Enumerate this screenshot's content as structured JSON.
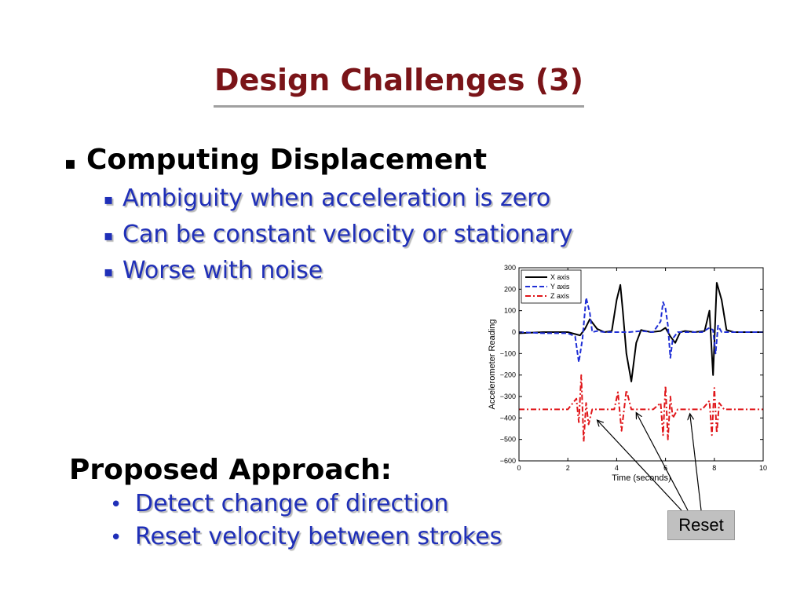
{
  "slide": {
    "title": "Design Challenges (3)",
    "bullet1": "Computing Displacement",
    "sub_bullets": [
      "Ambiguity when acceleration is zero",
      "Can be constant velocity or stationary",
      "Worse with noise"
    ],
    "approach_heading": "Proposed Approach:",
    "approach_bullets": [
      "Detect change of direction",
      "Reset velocity between strokes"
    ],
    "reset_label": "Reset"
  },
  "colors": {
    "title": "#7a1418",
    "bullet_text": "#1f2fb8",
    "x_axis": "#000000",
    "y_axis": "#1f2fd6",
    "z_axis": "#e0161a"
  },
  "chart_data": {
    "type": "line",
    "xlabel": "Time (seconds)",
    "ylabel": "Accelerometer Reading",
    "xlim": [
      0,
      10
    ],
    "ylim": [
      -600,
      300
    ],
    "xticks": [
      0,
      2,
      4,
      6,
      8,
      10
    ],
    "yticks": [
      300,
      200,
      100,
      0,
      -100,
      -200,
      -300,
      -400,
      -500,
      -600
    ],
    "legend_position": "top-left",
    "series": [
      {
        "name": "X axis",
        "style": "solid",
        "x": [
          0,
          1,
          2,
          2.5,
          2.7,
          2.9,
          3.2,
          3.5,
          3.8,
          4.0,
          4.15,
          4.25,
          4.4,
          4.6,
          4.8,
          5.0,
          5.4,
          5.8,
          6.0,
          6.2,
          6.4,
          6.6,
          6.8,
          7.2,
          7.6,
          7.8,
          7.95,
          8.1,
          8.3,
          8.5,
          8.8,
          9.2,
          10
        ],
        "values": [
          -5,
          0,
          0,
          -15,
          15,
          60,
          15,
          0,
          5,
          150,
          220,
          100,
          -100,
          -230,
          -50,
          10,
          0,
          5,
          20,
          -20,
          -50,
          0,
          5,
          0,
          5,
          100,
          -200,
          230,
          150,
          10,
          0,
          0,
          0
        ]
      },
      {
        "name": "Y axis",
        "style": "dashed",
        "x": [
          0,
          1,
          2,
          2.3,
          2.45,
          2.6,
          2.75,
          2.9,
          3.0,
          3.2,
          3.5,
          4.0,
          4.5,
          5.0,
          5.5,
          5.8,
          5.9,
          6.0,
          6.1,
          6.2,
          6.3,
          6.5,
          7.0,
          7.5,
          7.8,
          7.95,
          8.05,
          8.15,
          8.3,
          8.6,
          9.0,
          10
        ],
        "values": [
          0,
          -5,
          -5,
          -20,
          -140,
          -30,
          160,
          90,
          0,
          5,
          0,
          0,
          0,
          5,
          0,
          50,
          140,
          110,
          30,
          -120,
          -30,
          0,
          0,
          0,
          20,
          10,
          -100,
          30,
          0,
          0,
          0,
          0
        ]
      },
      {
        "name": "Z axis",
        "style": "dash-dot",
        "x": [
          0,
          1,
          2,
          2.35,
          2.45,
          2.55,
          2.65,
          2.75,
          2.85,
          3.0,
          3.5,
          3.9,
          4.05,
          4.2,
          4.4,
          4.6,
          5.0,
          5.5,
          5.8,
          5.9,
          6.0,
          6.1,
          6.2,
          6.3,
          6.5,
          7.0,
          7.5,
          7.8,
          7.9,
          8.0,
          8.1,
          8.2,
          8.4,
          9.0,
          10
        ],
        "values": [
          -360,
          -360,
          -360,
          -310,
          -420,
          -200,
          -510,
          -330,
          -430,
          -360,
          -360,
          -360,
          -280,
          -460,
          -270,
          -360,
          -360,
          -360,
          -330,
          -480,
          -250,
          -500,
          -300,
          -400,
          -360,
          -360,
          -360,
          -320,
          -480,
          -260,
          -470,
          -330,
          -360,
          -360,
          -360
        ]
      }
    ]
  }
}
